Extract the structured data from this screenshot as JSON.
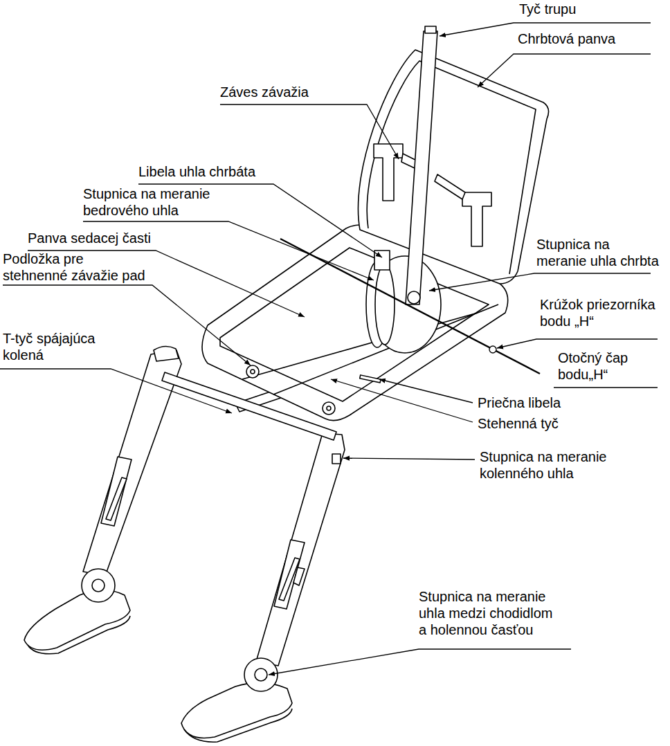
{
  "diagram": {
    "labels": [
      "Tyč trupu",
      "Chrbtová panva",
      "Záves závažia",
      "Libela uhla chrbáta",
      "Stupnica na meranie bedrového uhla",
      "Panva sedacej časti",
      "Podložka pre stehnenné závažie pad",
      "Stupnica na meranie uhla chrbta",
      "Krúžok priezorníka bodu „H“",
      "Otočný čap bodu„H“",
      "T-tyč spájajúca kolená",
      "Priečna libela",
      "Stehenná tyč",
      "Stupnica na meranie kolenného uhla",
      "Stupnica na meranie uhla medzi chodidlom a holennou časťou"
    ]
  }
}
